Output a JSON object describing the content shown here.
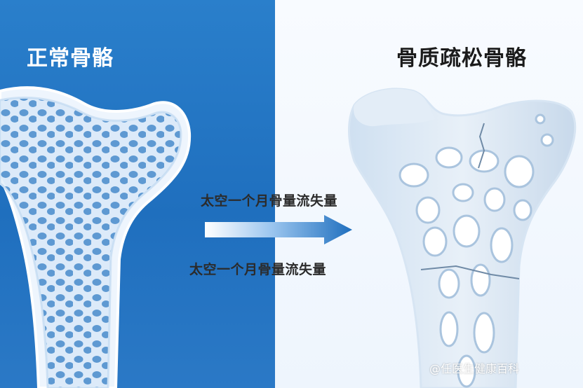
{
  "left_title": "正常骨骼",
  "right_title": "骨质疏松骨骼",
  "caption_top": "太空一个月骨量流失量",
  "caption_bottom": "太空一个月骨量流失量",
  "watermark": "@任医生健康百科",
  "colors": {
    "left_background": "#2272c2",
    "right_background": "#f3f8fe",
    "bone_shell": "#eaf2fb",
    "bone_fill": "#b9d6f1",
    "pores": "#2d78c2",
    "arrow": "#1f6fbe"
  }
}
